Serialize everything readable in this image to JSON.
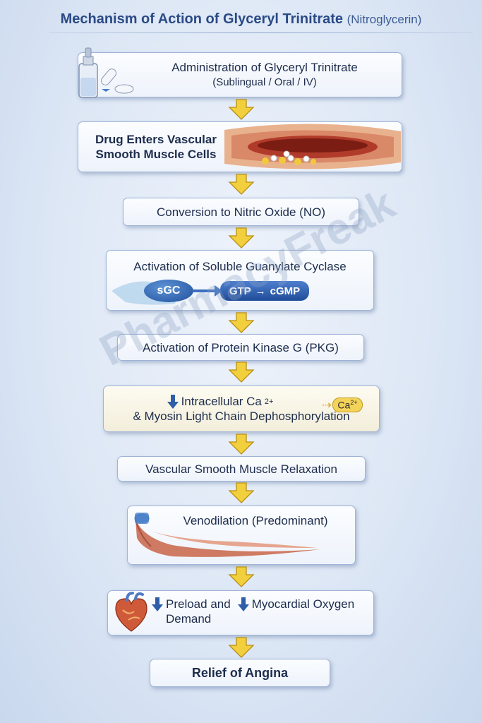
{
  "title": {
    "main": "Mechanism of Action of Glyceryl Trinitrate",
    "sub": "(Nitroglycerin)"
  },
  "watermark": "PharmacyFreak",
  "steps": [
    {
      "line1": "Administration of Glyceryl Trinitrate",
      "line2": "(Sublingual / Oral / IV)"
    },
    {
      "line1": "Drug Enters Vascular",
      "line2": "Smooth Muscle Cells"
    },
    {
      "line1": "Conversion to Nitric Oxide (NO)"
    },
    {
      "line1": "Activation of Soluble Guanylate Cyclase",
      "sgc": "sGC",
      "gtp": "GTP",
      "cgmp": "cGMP"
    },
    {
      "line1": "Activation of Protein Kinase G (PKG)"
    },
    {
      "line1": "Intracellular Ca",
      "sup": "2+",
      "line2": "& Myosin Light Chain Dephosphorylation",
      "ca_badge": "Ca",
      "ca_sup": "2+"
    },
    {
      "line1": "Vascular Smooth Muscle Relaxation"
    },
    {
      "line1": "Venodilation (Predominant)"
    },
    {
      "line1a": "Preload and",
      "line1b": "Myocardial Oxygen",
      "line2": "Demand"
    },
    {
      "line1": "Relief of Angina"
    }
  ],
  "colors": {
    "arrow": "#f2cf3c",
    "arrow_stroke": "#b88f12",
    "accent": "#2a4a86",
    "down_arrow": "#2f5ea8"
  }
}
